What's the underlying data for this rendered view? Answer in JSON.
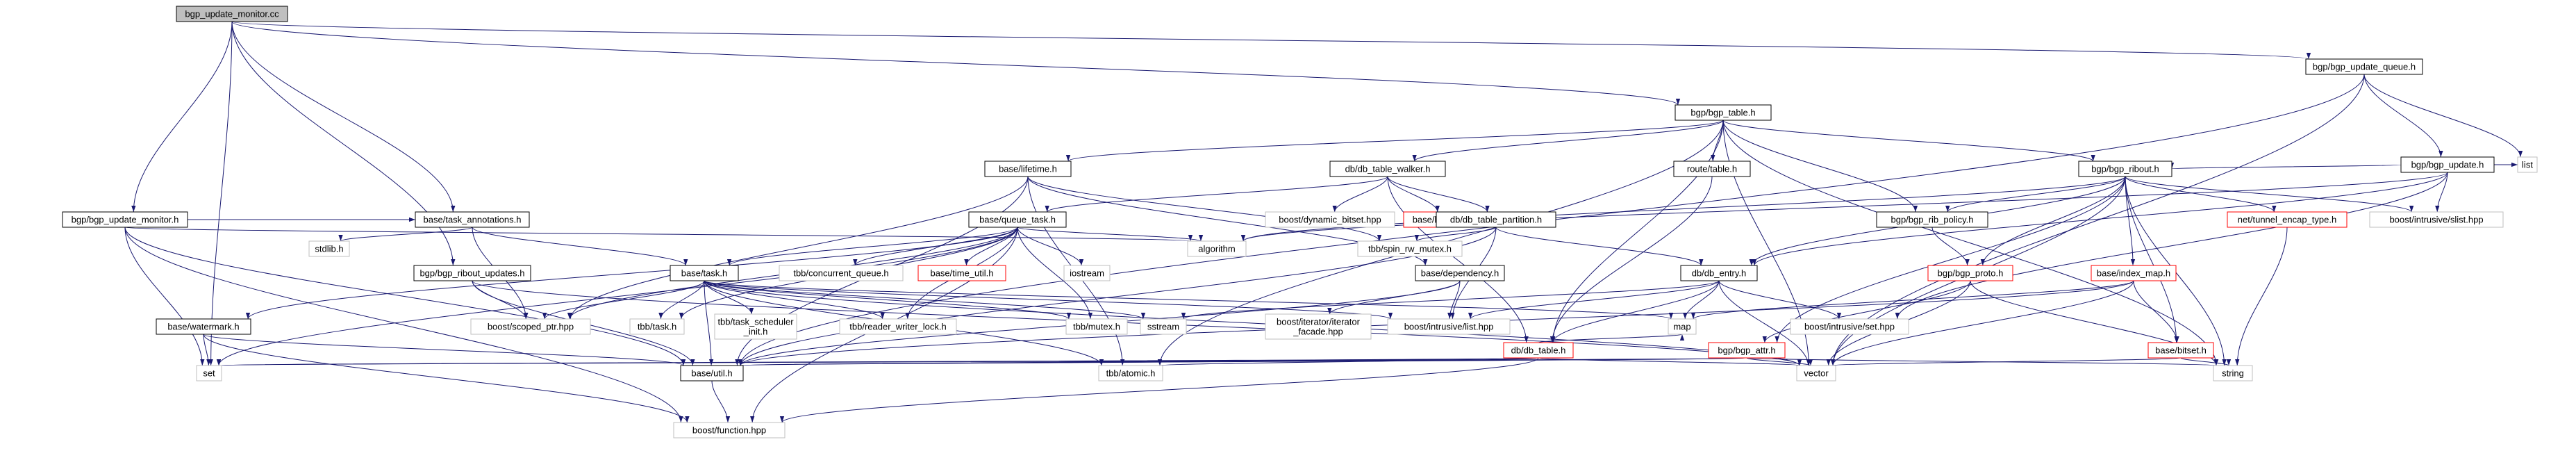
{
  "colors": {
    "edge": "#191970",
    "node_border_defined": "#000000",
    "node_border_gray": "#bfbfbf",
    "node_border_red": "#ff0000",
    "root_fill": "#bfbfbf",
    "node_fill": "#ffffff",
    "text": "#000000"
  },
  "nodes": [
    {
      "id": "root",
      "label": "bgp_update_monitor.cc",
      "style": "root"
    },
    {
      "id": "q",
      "label": "bgp/bgp_update_queue.h",
      "style": "defined"
    },
    {
      "id": "tbl",
      "label": "bgp/bgp_table.h",
      "style": "defined"
    },
    {
      "id": "upd",
      "label": "bgp/bgp_update.h",
      "style": "defined"
    },
    {
      "id": "list",
      "label": "list",
      "style": "gray"
    },
    {
      "id": "lifetime",
      "label": "base/lifetime.h",
      "style": "defined"
    },
    {
      "id": "walker",
      "label": "db/db_table_walker.h",
      "style": "defined"
    },
    {
      "id": "route",
      "label": "route/table.h",
      "style": "defined"
    },
    {
      "id": "ribout",
      "label": "bgp/bgp_ribout.h",
      "style": "defined"
    },
    {
      "id": "mon",
      "label": "bgp/bgp_update_monitor.h",
      "style": "defined"
    },
    {
      "id": "taskann",
      "label": "base/task_annotations.h",
      "style": "defined"
    },
    {
      "id": "queuetask",
      "label": "base/queue_task.h",
      "style": "defined"
    },
    {
      "id": "dynbitset",
      "label": "boost/dynamic_bitset.hpp",
      "style": "gray"
    },
    {
      "id": "logging",
      "label": "base/logging.h",
      "style": "red"
    },
    {
      "id": "partition",
      "label": "db/db_table_partition.h",
      "style": "defined"
    },
    {
      "id": "ribpolicy",
      "label": "bgp/bgp_rib_policy.h",
      "style": "defined"
    },
    {
      "id": "tunnel",
      "label": "net/tunnel_encap_type.h",
      "style": "red"
    },
    {
      "id": "slist",
      "label": "boost/intrusive/slist.hpp",
      "style": "gray"
    },
    {
      "id": "stdlib",
      "label": "stdlib.h",
      "style": "gray"
    },
    {
      "id": "algorithm",
      "label": "algorithm",
      "style": "gray"
    },
    {
      "id": "spinrw",
      "label": "tbb/spin_rw_mutex.h",
      "style": "gray"
    },
    {
      "id": "proto",
      "label": "bgp/bgp_proto.h",
      "style": "red"
    },
    {
      "id": "ribupd",
      "label": "bgp/bgp_ribout_updates.h",
      "style": "defined"
    },
    {
      "id": "tbbcq",
      "label": "tbb/concurrent_queue.h",
      "style": "gray"
    },
    {
      "id": "timeutil",
      "label": "base/time_util.h",
      "style": "red"
    },
    {
      "id": "iostream",
      "label": "iostream",
      "style": "gray"
    },
    {
      "id": "dependency",
      "label": "base/dependency.h",
      "style": "defined"
    },
    {
      "id": "dbentry",
      "label": "db/db_entry.h",
      "style": "defined"
    },
    {
      "id": "indexmap",
      "label": "base/index_map.h",
      "style": "red"
    },
    {
      "id": "task",
      "label": "base/task.h",
      "style": "defined"
    },
    {
      "id": "watermark",
      "label": "base/watermark.h",
      "style": "defined"
    },
    {
      "id": "scopedptr",
      "label": "boost/scoped_ptr.hpp",
      "style": "gray"
    },
    {
      "id": "tbbtask",
      "label": "tbb/task.h",
      "style": "gray"
    },
    {
      "id": "tbbsched",
      "label": "tbb/task_scheduler\n_init.h",
      "style": "gray"
    },
    {
      "id": "rwlock",
      "label": "tbb/reader_writer_lock.h",
      "style": "gray"
    },
    {
      "id": "tbbmutex",
      "label": "tbb/mutex.h",
      "style": "gray"
    },
    {
      "id": "sstream",
      "label": "sstream",
      "style": "gray"
    },
    {
      "id": "iterfacade",
      "label": "boost/iterator/iterator\n_facade.hpp",
      "style": "gray"
    },
    {
      "id": "ilist",
      "label": "boost/intrusive/list.hpp",
      "style": "gray"
    },
    {
      "id": "map",
      "label": "map",
      "style": "gray"
    },
    {
      "id": "dbtable",
      "label": "db/db_table.h",
      "style": "red"
    },
    {
      "id": "attr",
      "label": "bgp/bgp_attr.h",
      "style": "red"
    },
    {
      "id": "iset",
      "label": "boost/intrusive/set.hpp",
      "style": "gray"
    },
    {
      "id": "bitset",
      "label": "base/bitset.h",
      "style": "red"
    },
    {
      "id": "set",
      "label": "set",
      "style": "gray"
    },
    {
      "id": "util",
      "label": "base/util.h",
      "style": "defined"
    },
    {
      "id": "atomic",
      "label": "tbb/atomic.h",
      "style": "gray"
    },
    {
      "id": "vector",
      "label": "vector",
      "style": "gray"
    },
    {
      "id": "string",
      "label": "string",
      "style": "gray"
    },
    {
      "id": "function",
      "label": "boost/function.hpp",
      "style": "gray"
    }
  ],
  "edges": [
    [
      "root",
      "q"
    ],
    [
      "root",
      "tbl"
    ],
    [
      "root",
      "mon"
    ],
    [
      "root",
      "taskann"
    ],
    [
      "root",
      "ribupd"
    ],
    [
      "root",
      "set"
    ],
    [
      "q",
      "upd"
    ],
    [
      "q",
      "list"
    ],
    [
      "q",
      "vector"
    ],
    [
      "q",
      "util"
    ],
    [
      "tbl",
      "lifetime"
    ],
    [
      "tbl",
      "walker"
    ],
    [
      "tbl",
      "route"
    ],
    [
      "tbl",
      "ribout"
    ],
    [
      "tbl",
      "ribpolicy"
    ],
    [
      "tbl",
      "vector"
    ],
    [
      "tbl",
      "string"
    ],
    [
      "tbl",
      "dbtable"
    ],
    [
      "tbl",
      "atomic"
    ],
    [
      "upd",
      "list"
    ],
    [
      "upd",
      "ribout"
    ],
    [
      "upd",
      "slist"
    ],
    [
      "upd",
      "algorithm"
    ],
    [
      "upd",
      "dbentry"
    ],
    [
      "upd",
      "iset"
    ],
    [
      "lifetime",
      "dependency"
    ],
    [
      "lifetime",
      "util"
    ],
    [
      "lifetime",
      "scopedptr"
    ],
    [
      "lifetime",
      "atomic"
    ],
    [
      "lifetime",
      "spinrw"
    ],
    [
      "walker",
      "logging"
    ],
    [
      "walker",
      "dynbitset"
    ],
    [
      "walker",
      "partition"
    ],
    [
      "walker",
      "dbtable"
    ],
    [
      "walker",
      "queuetask"
    ],
    [
      "route",
      "dbtable"
    ],
    [
      "ribout",
      "tunnel"
    ],
    [
      "ribout",
      "slist"
    ],
    [
      "ribout",
      "ribpolicy"
    ],
    [
      "ribout",
      "proto"
    ],
    [
      "ribout",
      "dbentry"
    ],
    [
      "ribout",
      "indexmap"
    ],
    [
      "ribout",
      "bitset"
    ],
    [
      "ribout",
      "attr"
    ],
    [
      "ribout",
      "vector"
    ],
    [
      "ribout",
      "string"
    ],
    [
      "ribout",
      "algorithm"
    ],
    [
      "mon",
      "taskann"
    ],
    [
      "mon",
      "util"
    ],
    [
      "mon",
      "set"
    ],
    [
      "mon",
      "algorithm"
    ],
    [
      "mon",
      "function"
    ],
    [
      "taskann",
      "task"
    ],
    [
      "taskann",
      "stdlib"
    ],
    [
      "taskann",
      "scopedptr"
    ],
    [
      "queuetask",
      "task"
    ],
    [
      "queuetask",
      "watermark"
    ],
    [
      "queuetask",
      "tbbcq"
    ],
    [
      "queuetask",
      "timeutil"
    ],
    [
      "queuetask",
      "iostream"
    ],
    [
      "queuetask",
      "tbbmutex"
    ],
    [
      "queuetask",
      "rwlock"
    ],
    [
      "queuetask",
      "algorithm"
    ],
    [
      "queuetask",
      "set"
    ],
    [
      "queuetask",
      "function"
    ],
    [
      "queuetask",
      "scopedptr"
    ],
    [
      "queuetask",
      "tbbtask"
    ],
    [
      "partition",
      "spinrw"
    ],
    [
      "partition",
      "dbentry"
    ],
    [
      "partition",
      "ilist"
    ],
    [
      "partition",
      "util"
    ],
    [
      "ribpolicy",
      "proto"
    ],
    [
      "proto",
      "attr"
    ],
    [
      "proto",
      "string"
    ],
    [
      "proto",
      "vector"
    ],
    [
      "tunnel",
      "string"
    ],
    [
      "dependency",
      "iterfacade"
    ],
    [
      "dependency",
      "ilist"
    ],
    [
      "dependency",
      "util"
    ],
    [
      "dbentry",
      "map"
    ],
    [
      "dbentry",
      "ilist"
    ],
    [
      "dbentry",
      "sstream"
    ],
    [
      "dbentry",
      "dbtable"
    ],
    [
      "dbentry",
      "iset"
    ],
    [
      "dbentry",
      "vector"
    ],
    [
      "indexmap",
      "map"
    ],
    [
      "indexmap",
      "bitset"
    ],
    [
      "indexmap",
      "vector"
    ],
    [
      "indexmap",
      "util"
    ],
    [
      "task",
      "tbbtask"
    ],
    [
      "task",
      "tbbsched"
    ],
    [
      "task",
      "rwlock"
    ],
    [
      "task",
      "tbbmutex"
    ],
    [
      "task",
      "ilist"
    ],
    [
      "task",
      "atomic"
    ],
    [
      "task",
      "map"
    ],
    [
      "task",
      "util"
    ],
    [
      "task",
      "sstream"
    ],
    [
      "task",
      "scopedptr"
    ],
    [
      "task",
      "vector"
    ],
    [
      "watermark",
      "set"
    ],
    [
      "watermark",
      "util"
    ],
    [
      "watermark",
      "function"
    ],
    [
      "ribupd",
      "scopedptr"
    ],
    [
      "ribupd",
      "util"
    ],
    [
      "ribupd",
      "vector"
    ],
    [
      "dbtable",
      "util"
    ],
    [
      "dbtable",
      "atomic"
    ],
    [
      "dbtable",
      "vector"
    ],
    [
      "dbtable",
      "set"
    ],
    [
      "dbtable",
      "function"
    ],
    [
      "dbtable",
      "map"
    ],
    [
      "attr",
      "util"
    ],
    [
      "attr",
      "vector"
    ],
    [
      "attr",
      "string"
    ],
    [
      "attr",
      "set"
    ],
    [
      "bitset",
      "vector"
    ],
    [
      "bitset",
      "string"
    ],
    [
      "util",
      "function"
    ]
  ]
}
